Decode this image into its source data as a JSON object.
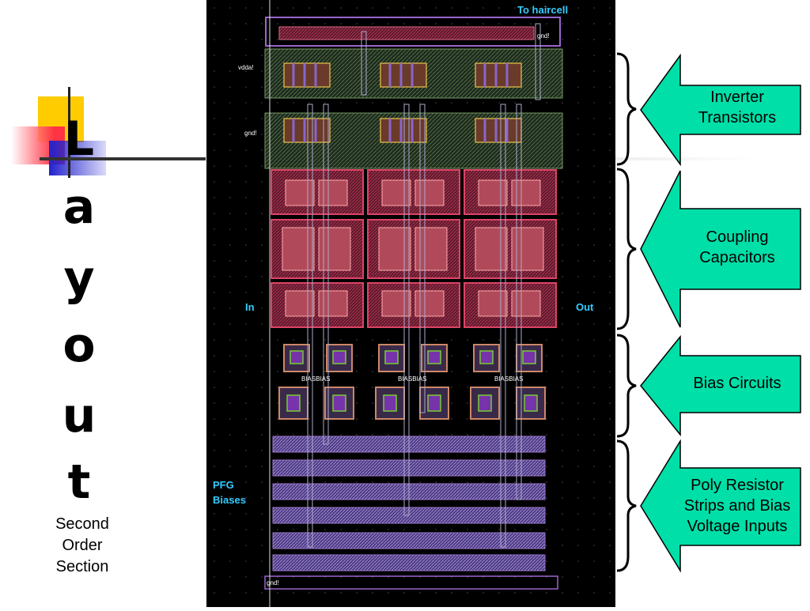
{
  "slide": {
    "title_letters": [
      "L",
      "a",
      "y",
      "o",
      "u",
      "t"
    ],
    "subtitle": "Second\nOrder\nSection"
  },
  "layout": {
    "labels": {
      "to_haircell": "To haircell",
      "in": "In",
      "out": "Out",
      "pfg_biases": "PFG\nBiases",
      "vdda": "vdda!",
      "gnd": "gnd!",
      "biasbias": "BIASBIAS"
    }
  },
  "callouts": [
    {
      "label": "Inverter\nTransistors"
    },
    {
      "label": "Coupling\nCapacitors"
    },
    {
      "label": "Bias Circuits"
    },
    {
      "label": "Poly Resistor\nStrips and Bias\nVoltage Inputs"
    }
  ],
  "colors": {
    "callout_fill": "#00dfa8",
    "callout_stroke": "#000000",
    "label_cyan": "#33ccff",
    "metal_purple": "#8855cc",
    "poly_red": "#cc2244",
    "active_green": "#77cc33"
  }
}
